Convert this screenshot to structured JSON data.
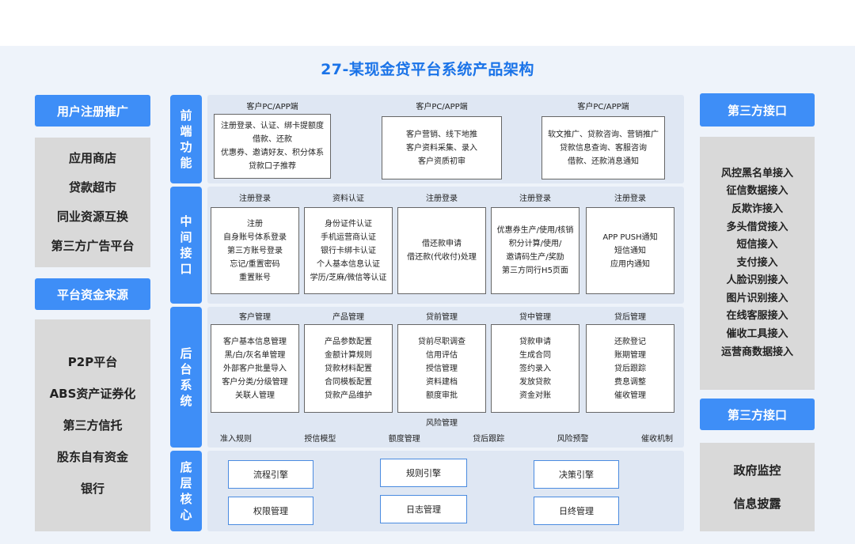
{
  "title": "27-某现金贷平台系统产品架构",
  "left": {
    "header1": "用户注册推广",
    "items1": [
      "应用商店",
      "贷款超市",
      "同业资源互换",
      "第三方广告平台"
    ],
    "header2": "平台资金来源",
    "items2": [
      "P2P平台",
      "ABS资产证券化",
      "第三方信托",
      "股东自有资金",
      "银行"
    ]
  },
  "right": {
    "header1": "第三方接口",
    "items1": [
      "风控黑名单接入",
      "征信数据接入",
      "反欺诈接入",
      "多头借贷接入",
      "短信接入",
      "支付接入",
      "人脸识别接入",
      "图片识别接入",
      "在线客服接入",
      "催收工具接入",
      "运营商数据接入"
    ],
    "header2": "第三方接口",
    "items2": [
      "政府监控",
      "信息披露"
    ]
  },
  "layers": {
    "front": {
      "label": [
        "前",
        "端",
        "功",
        "能"
      ],
      "cols": [
        {
          "title": "客户PC/APP端",
          "lines": [
            "注册登录、认证、绑卡提额度",
            "借款、还款",
            "优惠券、邀请好友、积分体系",
            "贷款口子推荐"
          ]
        },
        {
          "title": "客户PC/APP端",
          "lines": [
            "客户营销、线下地推",
            "客户资料采集、录入",
            "客户资质初审"
          ]
        },
        {
          "title": "客户PC/APP端",
          "lines": [
            "软文推广、贷款咨询、营销推广",
            "贷款信息查询、客服咨询",
            "借款、还款消息通知"
          ]
        }
      ]
    },
    "middle": {
      "label": [
        "中",
        "间",
        "接",
        "口"
      ],
      "cols": [
        {
          "title": "注册登录",
          "lines": [
            "注册",
            "自身账号体系登录",
            "第三方账号登录",
            "忘记/重置密码",
            "重置账号"
          ]
        },
        {
          "title": "资料认证",
          "lines": [
            "身份证件认证",
            "手机运营商认证",
            "银行卡绑卡认证",
            "个人基本信息认证",
            "学历/芝麻/微信等认证"
          ]
        },
        {
          "title": "注册登录",
          "lines": [
            "借还款申请",
            "借还款(代收付)处理"
          ]
        },
        {
          "title": "注册登录",
          "lines": [
            "优惠券生产/使用/核销",
            "积分计算/使用/",
            "邀请码生产/奖励",
            "第三方同行H5页面"
          ]
        },
        {
          "title": "注册登录",
          "lines": [
            "APP PUSH通知",
            "短信通知",
            "应用内通知"
          ]
        }
      ]
    },
    "backend": {
      "label": [
        "后",
        "台",
        "系",
        "统"
      ],
      "cols": [
        {
          "title": "客户管理",
          "lines": [
            "客户基本信息管理",
            "黑/白/灰名单管理",
            "外部客户批量导入",
            "客户分类/分级管理",
            "关联人管理"
          ]
        },
        {
          "title": "产品管理",
          "lines": [
            "产品参数配置",
            "金额计算规则",
            "贷款材料配置",
            "合同模板配置",
            "贷款产品维护"
          ]
        },
        {
          "title": "贷前管理",
          "lines": [
            "贷前尽职调查",
            "信用评估",
            "授信管理",
            "资料建档",
            "额度审批"
          ]
        },
        {
          "title": "贷中管理",
          "lines": [
            "贷款申请",
            "生成合同",
            "签约录入",
            "发放贷款",
            "资金对账"
          ]
        },
        {
          "title": "贷后管理",
          "lines": [
            "还款登记",
            "账期管理",
            "贷后跟踪",
            "费息调整",
            "催收管理"
          ]
        }
      ],
      "risk_title": "风险管理",
      "risk_items": [
        "准入规则",
        "授信模型",
        "额度管理",
        "贷后跟踪",
        "风险预警",
        "催收机制"
      ]
    },
    "core": {
      "label": [
        "底",
        "层",
        "核",
        "心"
      ],
      "boxes": [
        "流程引擎",
        "规则引擎",
        "决策引擎",
        "权限管理",
        "日志管理",
        "日终管理"
      ]
    }
  }
}
